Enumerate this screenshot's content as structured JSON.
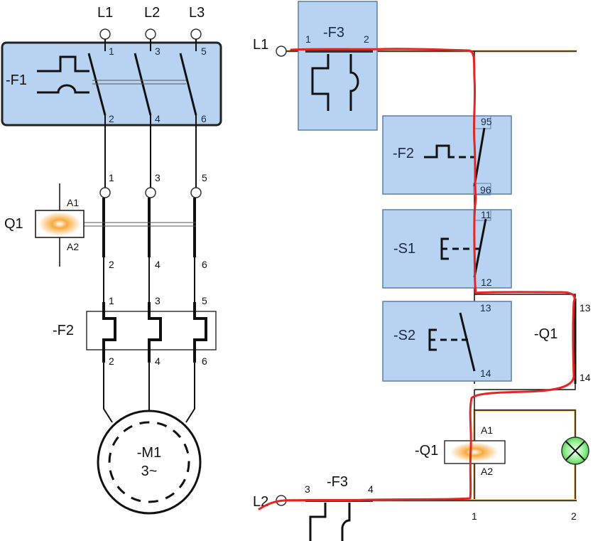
{
  "colors": {
    "box_fill": "#b8d3f2",
    "box_stroke": "#5b7fa8",
    "wire": "#111111",
    "energized_wire": "#e62424",
    "glow": "#f7a02a",
    "lamp": "#8ff08f"
  },
  "power": {
    "lines": [
      "L1",
      "L2",
      "L3"
    ],
    "f1": {
      "label": "-F1",
      "terminals": [
        "1",
        "3",
        "5",
        "2",
        "4",
        "6"
      ]
    },
    "q1": {
      "label": "Q1",
      "coil_a1": "A1",
      "coil_a2": "A2",
      "terminals": [
        "1",
        "3",
        "5",
        "2",
        "4",
        "6"
      ]
    },
    "f2": {
      "label": "-F2",
      "terminals": [
        "1",
        "3",
        "5",
        "2",
        "4",
        "6"
      ]
    },
    "motor": {
      "label": "-M1",
      "sublabel": "3~"
    }
  },
  "control": {
    "supply_top": "L1",
    "supply_bottom": "L2",
    "f3_top": {
      "label": "-F3",
      "t1": "1",
      "t2": "2"
    },
    "f2": {
      "label": "-F2",
      "t1": "95",
      "t2": "96"
    },
    "s1": {
      "label": "-S1",
      "t1": "11",
      "t2": "12"
    },
    "s2": {
      "label": "-S2",
      "t1": "13",
      "t2": "14"
    },
    "q1_contact": {
      "label": "-Q1",
      "t1": "13",
      "t2": "14"
    },
    "q1_coil": {
      "label": "-Q1",
      "a1": "A1",
      "a2": "A2"
    },
    "f3_bottom": {
      "label": "-F3",
      "t3": "3",
      "t4": "4"
    },
    "nodes": [
      "1",
      "2"
    ]
  }
}
